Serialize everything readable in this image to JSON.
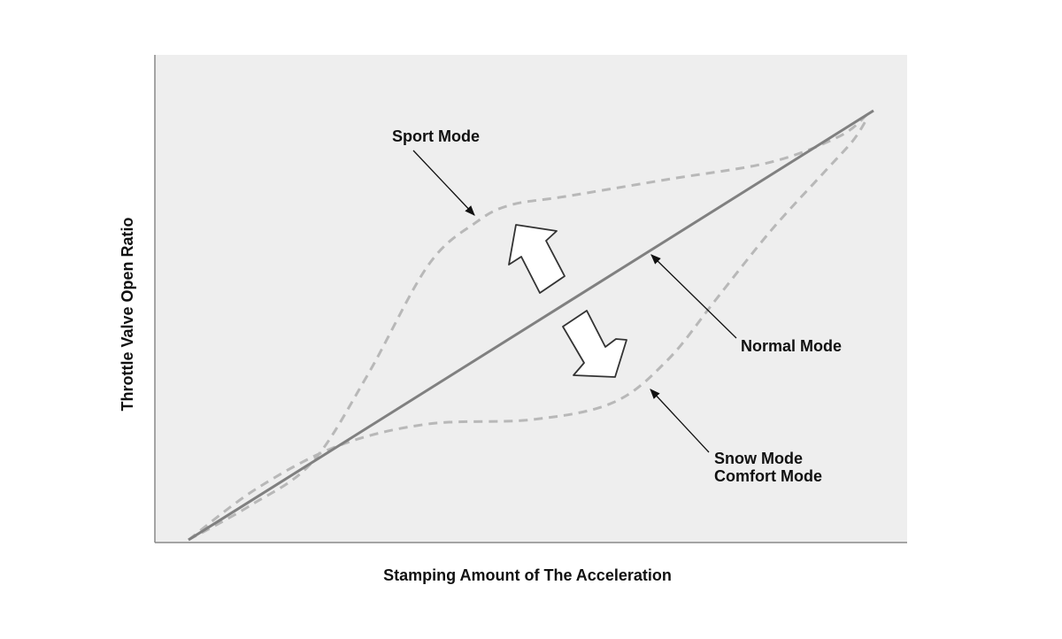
{
  "chart_data": {
    "type": "line",
    "title": "",
    "xlabel": "Stamping Amount of The Acceleration",
    "ylabel": "Throttle Valve Open Ratio",
    "grid": false,
    "colors": {
      "background": "#eeeeee",
      "axis": "#888888",
      "normal_line": "#808080",
      "dashed_lines": "#b8b8b8",
      "arrow_fill": "#ffffff",
      "arrow_stroke": "#333333",
      "text": "#111111"
    },
    "series": [
      {
        "name": "Normal Mode",
        "style": "solid",
        "x": [
          0.0,
          1.0
        ],
        "y": [
          0.0,
          1.0
        ]
      },
      {
        "name": "Sport Mode",
        "style": "dashed",
        "x": [
          0.0,
          0.09,
          0.18,
          0.26,
          0.35,
          0.42,
          0.47,
          0.55,
          0.7,
          0.85,
          0.95,
          0.99
        ],
        "y": [
          0.0,
          0.08,
          0.18,
          0.38,
          0.64,
          0.74,
          0.78,
          0.8,
          0.84,
          0.88,
          0.94,
          0.99
        ]
      },
      {
        "name": "Snow Mode Comfort Mode",
        "style": "dashed",
        "x": [
          0.0,
          0.1,
          0.22,
          0.35,
          0.5,
          0.62,
          0.7,
          0.77,
          0.85,
          0.93,
          0.97,
          0.99
        ],
        "y": [
          0.0,
          0.12,
          0.22,
          0.27,
          0.28,
          0.32,
          0.42,
          0.56,
          0.72,
          0.86,
          0.93,
          0.98
        ]
      }
    ],
    "annotations": [
      {
        "text": "Sport Mode",
        "points_to": "Sport Mode"
      },
      {
        "text": "Normal Mode",
        "points_to": "Normal Mode"
      },
      {
        "text": "Snow Mode",
        "points_to": "Snow Mode Comfort Mode"
      },
      {
        "text": "Comfort Mode",
        "points_to": "Snow Mode Comfort Mode"
      }
    ],
    "direction_arrows": [
      {
        "direction": "up-left"
      },
      {
        "direction": "down-right"
      }
    ]
  }
}
